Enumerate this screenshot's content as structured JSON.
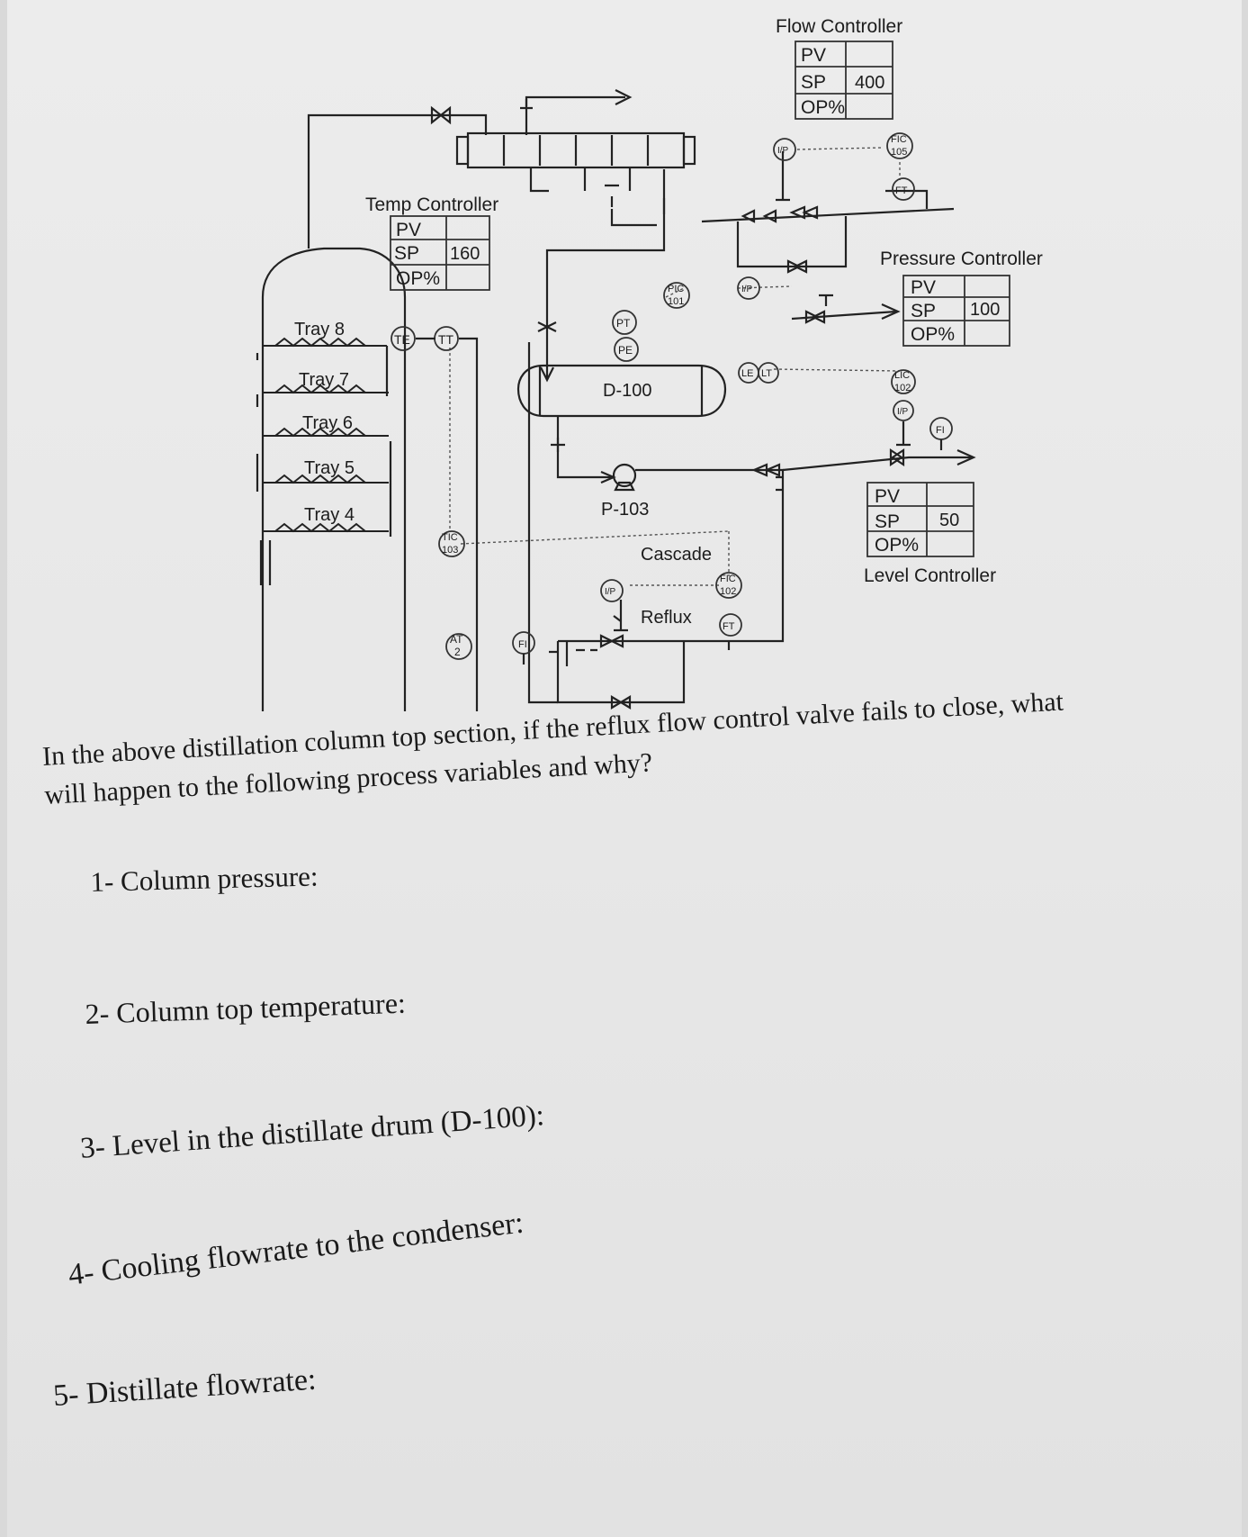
{
  "diagram": {
    "flow_controller": {
      "title": "Flow Controller",
      "pv": "PV",
      "sp": "SP",
      "sp_value": "400",
      "op": "OP%"
    },
    "temp_controller": {
      "title": "Temp Controller",
      "pv": "PV",
      "sp": "SP",
      "sp_value": "160",
      "op": "OP%"
    },
    "pressure_controller": {
      "title": "Pressure Controller",
      "pv": "PV",
      "sp": "SP",
      "sp_value": "100",
      "op": "OP%"
    },
    "level_controller": {
      "title": "Level Controller",
      "pv": "PV",
      "sp": "SP",
      "sp_value": "50",
      "op": "OP%"
    },
    "trays": [
      "Tray 8",
      "Tray 7",
      "Tray 6",
      "Tray 5",
      "Tray 4"
    ],
    "drum": "D-100",
    "pump": "P-103",
    "cascade": "Cascade",
    "reflux": "Reflux",
    "instruments": {
      "fic105": [
        "FIC",
        "105"
      ],
      "ft_top": "FT",
      "ip": "I/P",
      "pic101": [
        "PIC",
        "101"
      ],
      "pt": "PT",
      "pe": "PE",
      "le": "LE",
      "lt": "LT",
      "lic102": [
        "LIC",
        "102"
      ],
      "fi": "FI",
      "te": "TE",
      "tt": "TT",
      "tic103": [
        "TIC",
        "103"
      ],
      "at2": [
        "AT",
        "2"
      ],
      "fic102": [
        "FIC",
        "102"
      ],
      "ft_reflux": "FT"
    }
  },
  "question": {
    "line1": "In the above distillation column top section, if the reflux flow control valve fails to close, what",
    "line2": "will happen to the following process variables and why?",
    "items": [
      "1- Column pressure:",
      "2- Column top temperature:",
      "3- Level in the distillate drum (D-100):",
      "4- Cooling flowrate to the condenser:",
      "5- Distillate flowrate:"
    ]
  }
}
